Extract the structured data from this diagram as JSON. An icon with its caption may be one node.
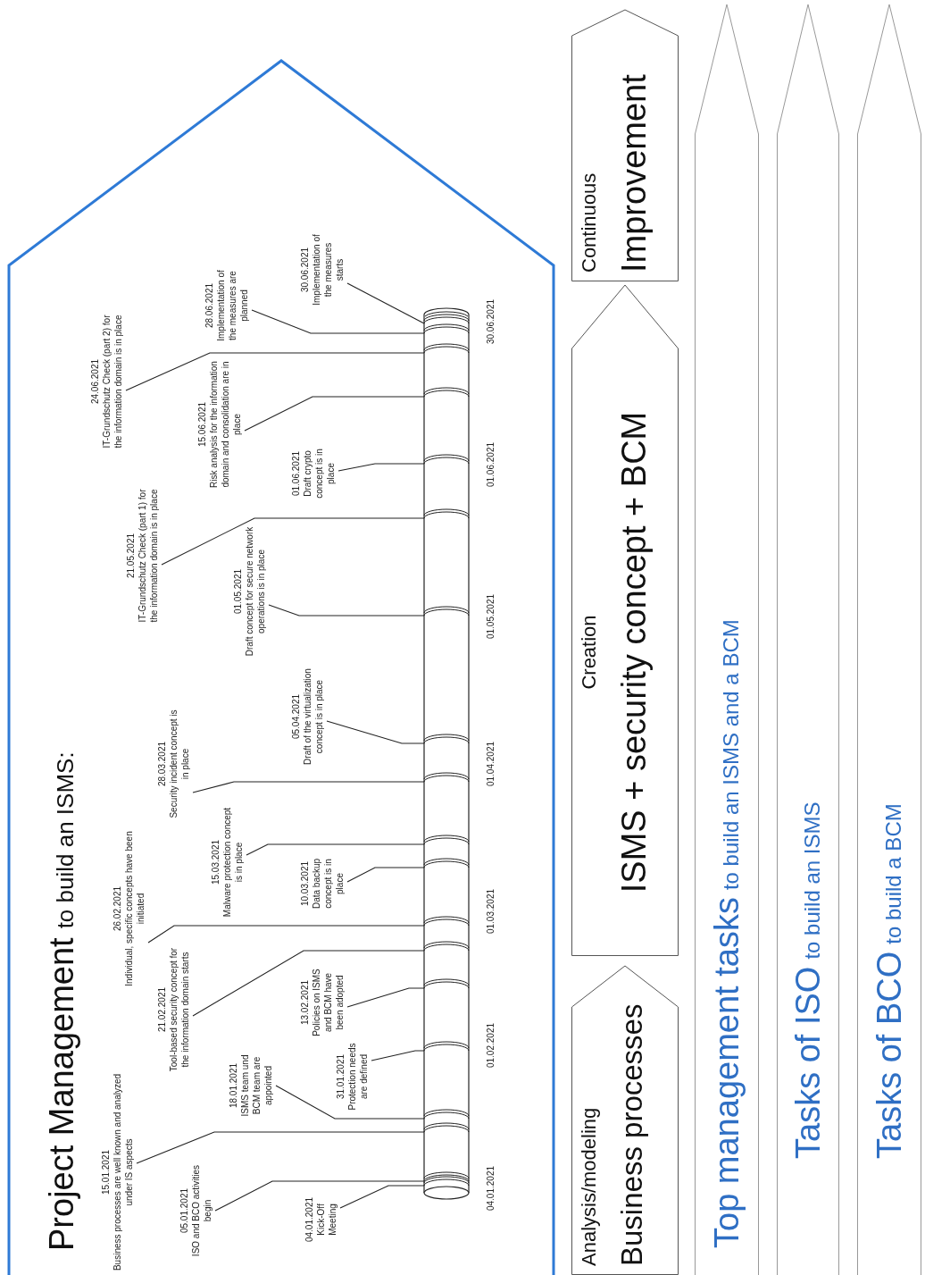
{
  "diagram": {
    "nodes": [
      {
        "text": [
          "Project Management",
          "to build an ISMS:"
        ]
      },
      {
        "text": [],
        "shape": "cylinder",
        "in": 0
      },
      {
        "text": [
          "04.01.2021",
          "Kick-Off Meeting"
        ],
        "in": 0
      },
      {
        "text": [
          "05.01.2021",
          "ISO and BCO activities begin"
        ],
        "in": 0
      },
      {
        "text": [
          "15.01.2021",
          "Business processes are well known and analyzed under IS aspects"
        ],
        "in": 0
      },
      {
        "text": [
          "18.01.2021",
          "ISMS team und BCM team are appointed"
        ],
        "in": 0
      },
      {
        "text": [
          "31.01.2021",
          "Protection needs are defined"
        ],
        "in": 0
      },
      {
        "text": [
          "13.02.2021",
          "Policies on ISMS and BCM have been adopted"
        ],
        "in": 0
      },
      {
        "text": [
          "21.02.2021",
          "Tool-based security concept for the information domain starts"
        ],
        "in": 0
      },
      {
        "text": [
          "26.02.2021",
          "Individual, specific concepts have been initiated"
        ],
        "in": 0
      },
      {
        "text": [
          "10.03.2021",
          "Data backup concept is in place"
        ],
        "in": 0
      },
      {
        "text": [
          "15.03.2021",
          "Malware protection concept is in place"
        ],
        "in": 0
      },
      {
        "text": [
          "28.03.2021",
          "Security incident concept is in place"
        ],
        "in": 0
      },
      {
        "text": [
          "05.04.2021",
          "Draft of the virtualization concept is in place"
        ],
        "in": 0
      },
      {
        "text": [
          "01.05.2021",
          "Draft concept for secure network operations is in place"
        ],
        "in": 0
      },
      {
        "text": [
          "21.05.2021",
          "IT-Grundschutz Check (part 1) for the information domain is in place"
        ],
        "in": 0
      },
      {
        "text": [
          "01.06.2021",
          "Draft crypto concept is in place"
        ],
        "in": 0
      },
      {
        "text": [
          "15.06.2021",
          "Risk analysis for the information domain and consolidation are in place"
        ],
        "in": 0
      },
      {
        "text": [
          "24.06.2021",
          "IT-Grundschutz Check (part 2) for the information domain is in place"
        ],
        "in": 0
      },
      {
        "text": [
          "28.06.2021",
          "Implementation of the measures are planned"
        ],
        "in": 0
      },
      {
        "text": [
          "30.06.2021",
          "Implementation of the measures starts"
        ],
        "in": 0
      },
      {
        "text": [
          "Analysis/modeling",
          "Business processes"
        ]
      },
      {
        "text": [
          "Creation",
          "ISMS + security concept + BCM"
        ]
      },
      {
        "text": [
          "Continuous",
          "Improvement"
        ]
      },
      {
        "text": [
          "Top management tasks",
          "to build an ISMS and a BCM"
        ]
      },
      {
        "text": [
          "Tasks of ISO",
          "to build an ISMS"
        ]
      },
      {
        "text": [
          "Tasks of BCO",
          "to build a BCM"
        ]
      }
    ],
    "edges": [
      {
        "from": 2,
        "to": 1,
        "arrow": "none"
      },
      {
        "from": 3,
        "to": 1,
        "arrow": "none"
      },
      {
        "from": 4,
        "to": 1,
        "arrow": "none"
      },
      {
        "from": 5,
        "to": 1,
        "arrow": "none"
      },
      {
        "from": 6,
        "to": 1,
        "arrow": "none"
      },
      {
        "from": 7,
        "to": 1,
        "arrow": "none"
      },
      {
        "from": 8,
        "to": 1,
        "arrow": "none"
      },
      {
        "from": 9,
        "to": 1,
        "arrow": "none"
      },
      {
        "from": 10,
        "to": 1,
        "arrow": "none"
      },
      {
        "from": 11,
        "to": 1,
        "arrow": "none"
      },
      {
        "from": 12,
        "to": 1,
        "arrow": "none"
      },
      {
        "from": 13,
        "to": 1,
        "arrow": "none"
      },
      {
        "from": 14,
        "to": 1,
        "arrow": "none"
      },
      {
        "from": 15,
        "to": 1,
        "arrow": "none"
      },
      {
        "from": 16,
        "to": 1,
        "arrow": "none"
      },
      {
        "from": 17,
        "to": 1,
        "arrow": "none"
      },
      {
        "from": 18,
        "to": 1,
        "arrow": "none"
      },
      {
        "from": 19,
        "to": 1,
        "arrow": "none"
      },
      {
        "from": 20,
        "to": 1,
        "arrow": "none"
      }
    ],
    "labels": [
      "04.01.2021",
      "01.02.2021",
      "01.03.2021",
      "01.04.2021",
      "01.05.2021",
      "01.06.2021",
      "30.06.2021"
    ]
  }
}
